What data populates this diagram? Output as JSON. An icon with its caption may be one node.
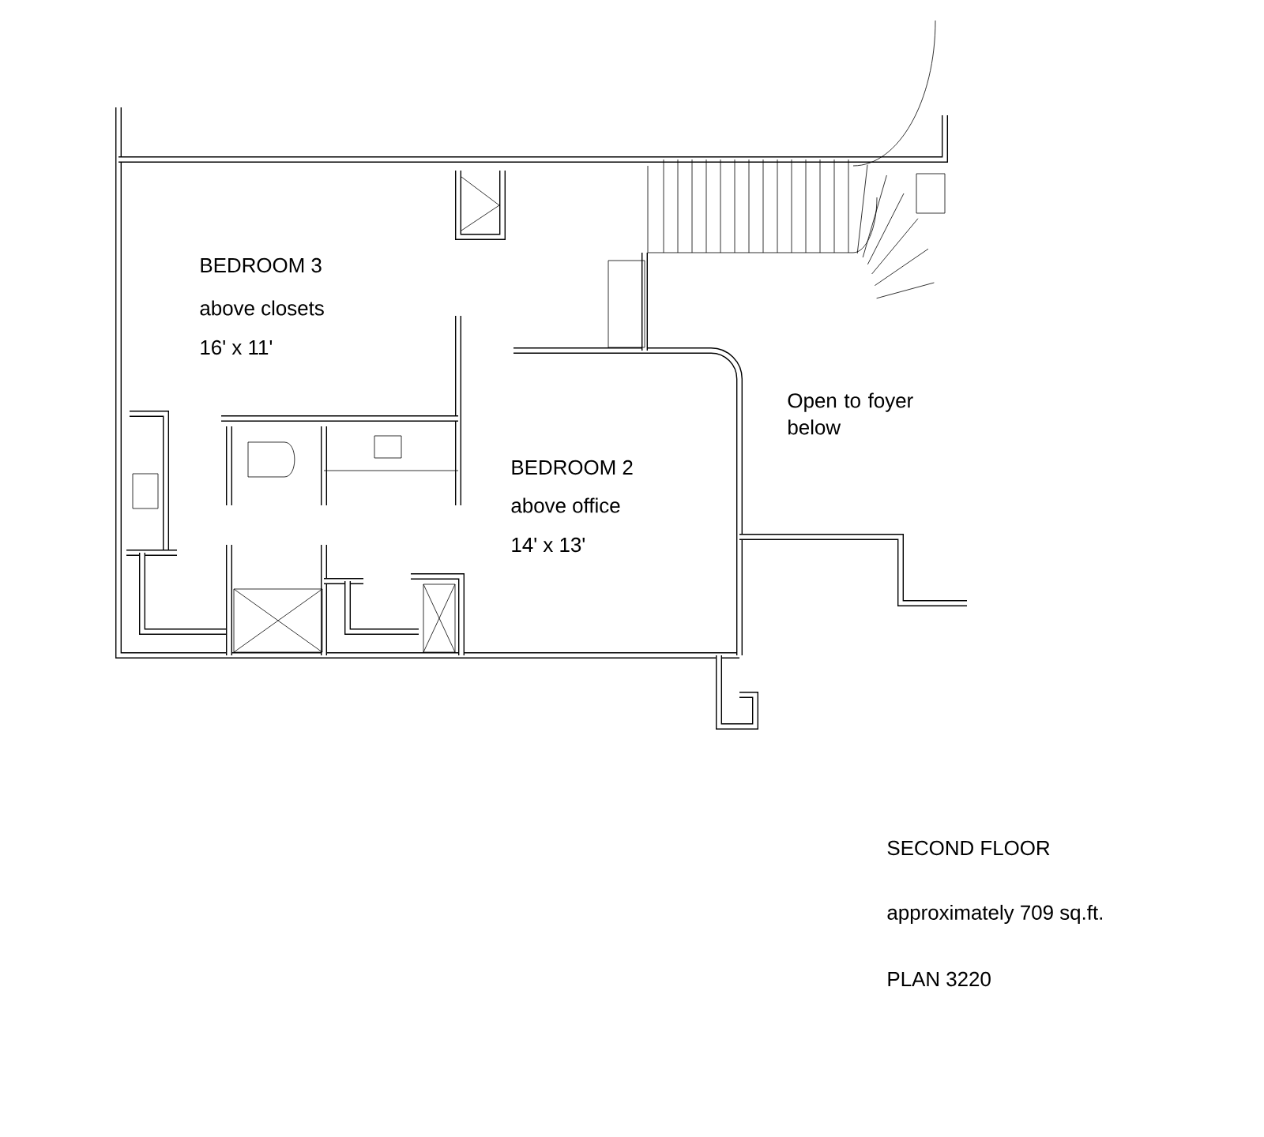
{
  "diagram": {
    "labels": [
      "BEDROOM 3",
      "above closets",
      "16' x 11'",
      "Open to foyer below",
      "BEDROOM 2",
      "above office",
      "14' x 13'",
      "SECOND FLOOR",
      "approximately 709 sq.ft.",
      "PLAN 3220"
    ]
  }
}
